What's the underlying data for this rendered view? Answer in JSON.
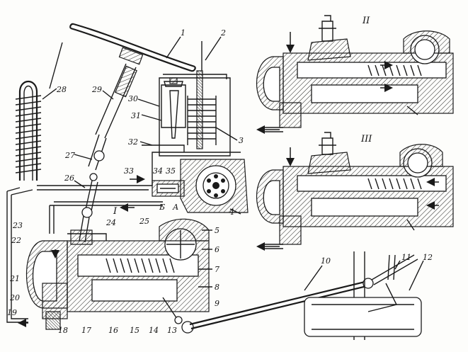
{
  "diagram": {
    "numbers": [
      "1",
      "2",
      "3",
      "4",
      "5",
      "6",
      "7",
      "8",
      "9",
      "10",
      "11",
      "12",
      "13",
      "14",
      "15",
      "16",
      "17",
      "18",
      "19",
      "20",
      "21",
      "22",
      "23",
      "24",
      "25",
      "26",
      "27",
      "28",
      "29",
      "30",
      "31",
      "32",
      "33",
      "34",
      "35"
    ],
    "roman": [
      "I",
      "II",
      "III"
    ],
    "letters": [
      "Б",
      "А"
    ]
  }
}
